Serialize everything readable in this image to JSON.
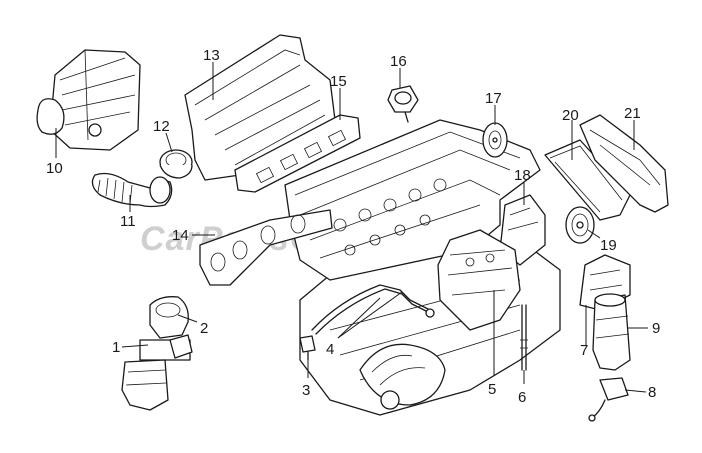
{
  "watermark": "CarPartsOnline",
  "callouts": {
    "c1": "1",
    "c2": "2",
    "c3": "3",
    "c4": "4",
    "c5": "5",
    "c6": "6",
    "c7": "7",
    "c8": "8",
    "c9": "9",
    "c10": "10",
    "c11": "11",
    "c12": "12",
    "c13": "13",
    "c14": "14",
    "c15": "15",
    "c16": "16",
    "c17": "17",
    "c18": "18",
    "c19": "19",
    "c20": "20",
    "c21": "21"
  },
  "colors": {
    "line": "#1a1a1a",
    "background": "#ffffff",
    "watermark": "#cfcfcf"
  }
}
